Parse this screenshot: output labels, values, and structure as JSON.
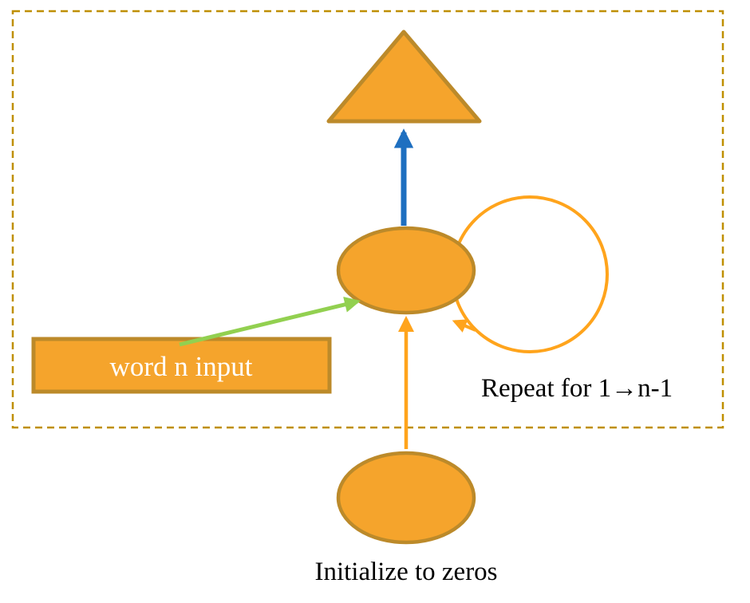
{
  "diagram": {
    "type": "flow-diagram",
    "labels": {
      "word_input": "word n input",
      "repeat": "Repeat for 1→n-1",
      "initialize": "Initialize to zeros"
    },
    "colors": {
      "shape_fill": "#F5A42C",
      "shape_stroke": "#BC8A2A",
      "dashed_border": "#BF8F00",
      "loop_orange": "#FFA41C",
      "arrow_blue": "#1E6FC0",
      "arrow_green": "#92D050",
      "text_black": "#000000",
      "text_white": "#FFFFFF",
      "background": "#FFFFFF"
    },
    "shapes": [
      "output-triangle",
      "hidden-state-ellipse",
      "initial-state-ellipse",
      "word-input-box",
      "self-loop",
      "repeat-boundary-box"
    ]
  }
}
